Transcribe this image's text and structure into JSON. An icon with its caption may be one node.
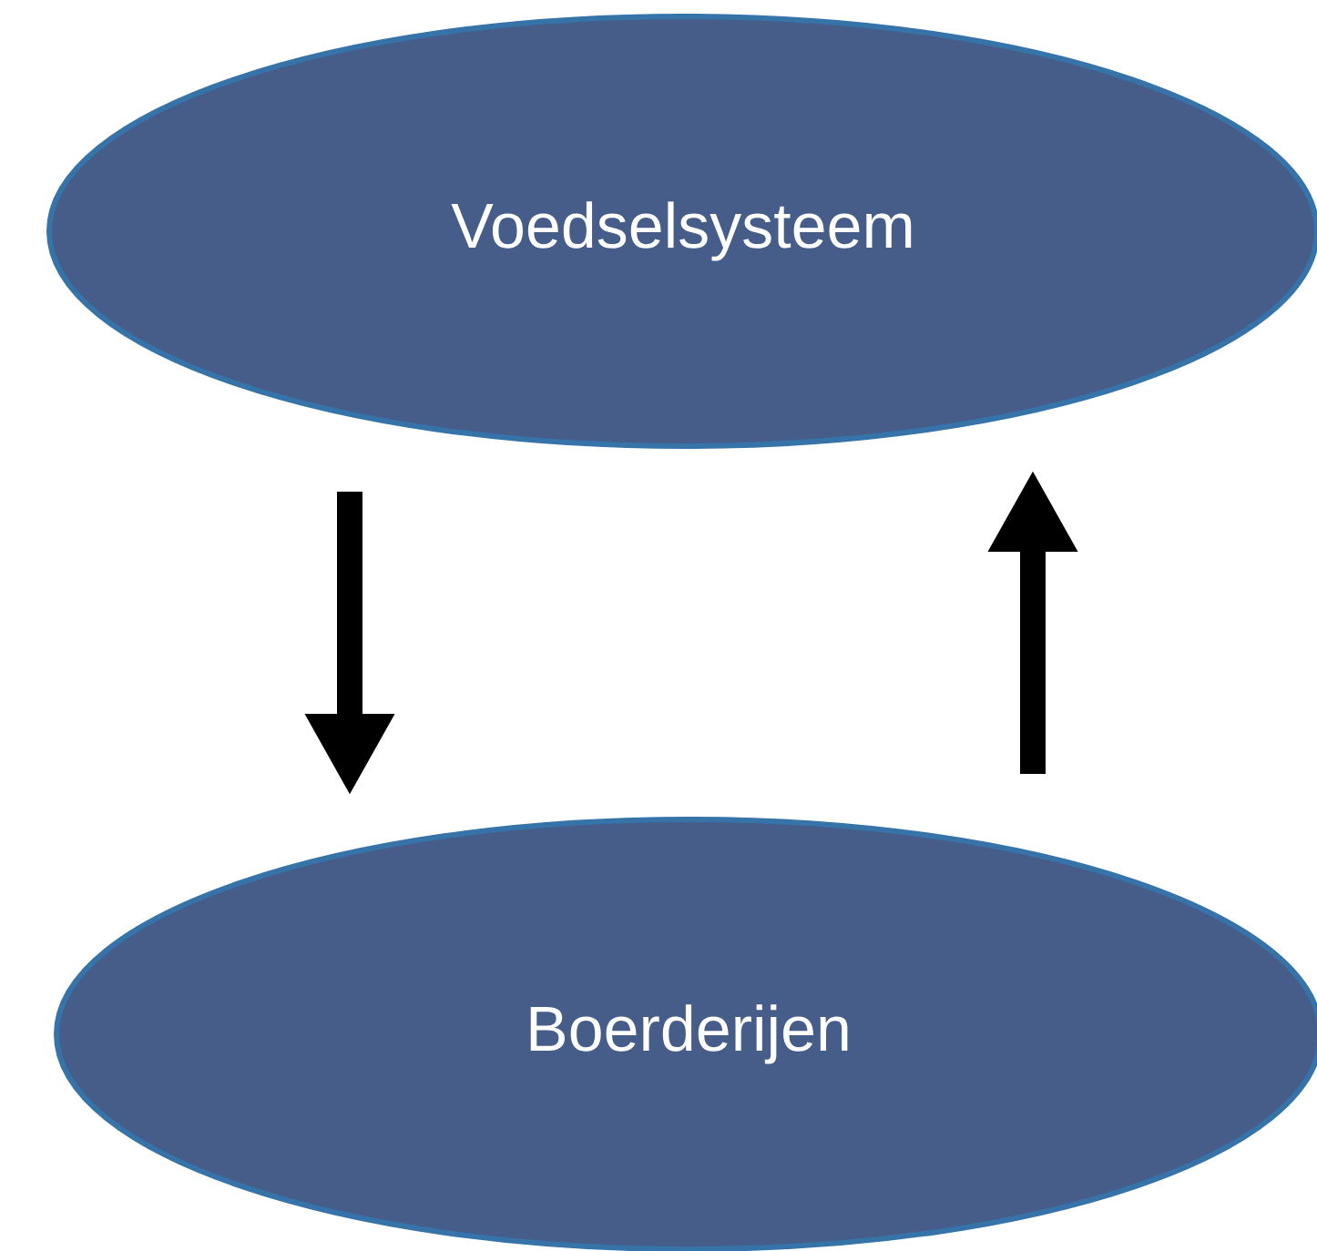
{
  "diagram": {
    "nodes": [
      {
        "text": [
          "Voedselsysteem"
        ]
      },
      {
        "text": [
          "Boerderijen"
        ]
      }
    ],
    "edges": [
      {
        "from": 0,
        "to": 1,
        "arrow": "to"
      },
      {
        "from": 1,
        "to": 0,
        "arrow": "to"
      }
    ]
  }
}
